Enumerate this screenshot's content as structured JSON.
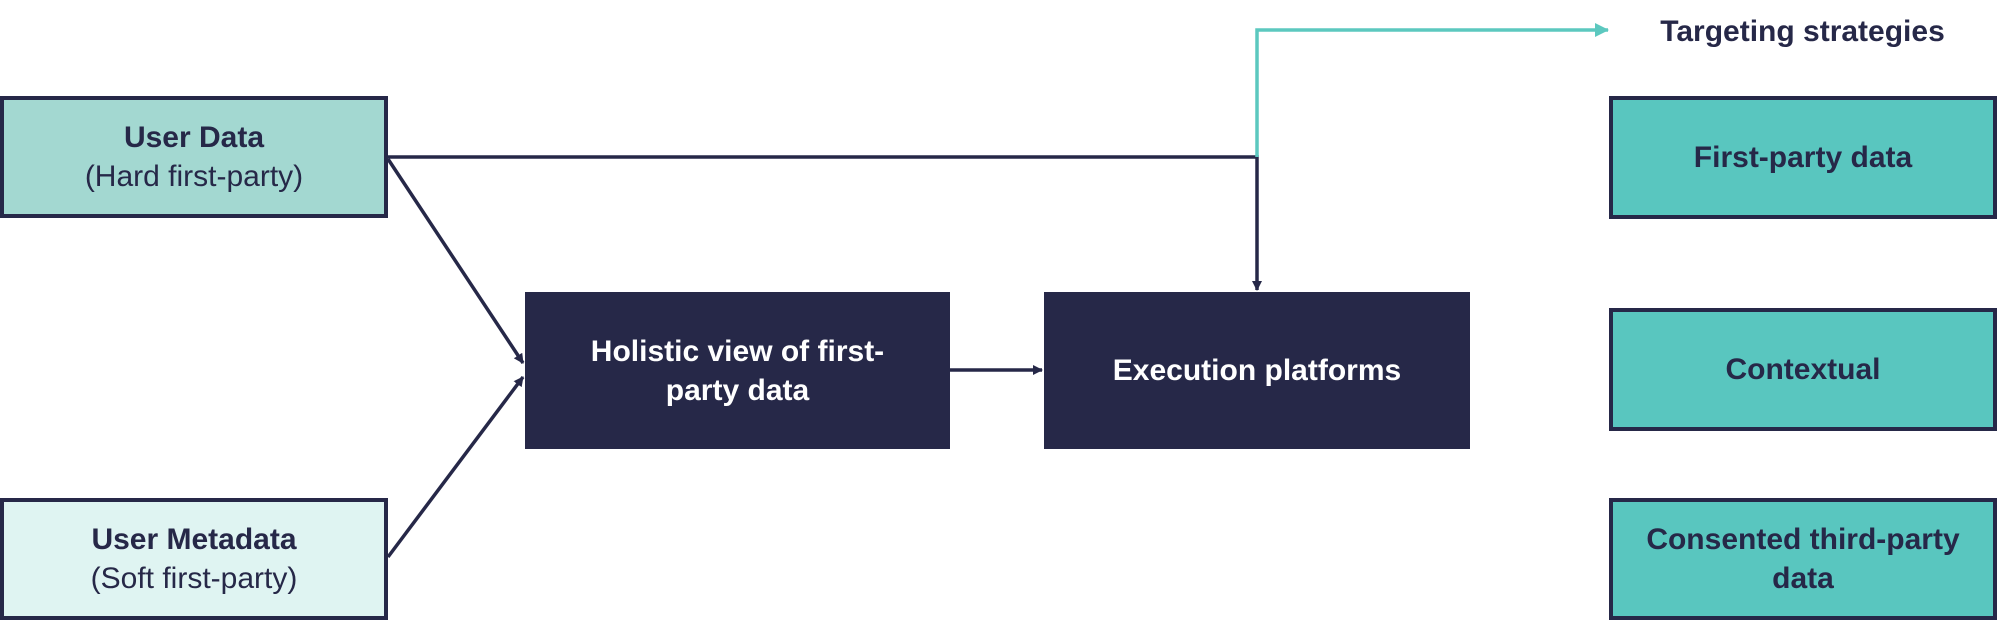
{
  "sources": {
    "user_data": {
      "title": "User Data",
      "sub": "(Hard first-party)"
    },
    "user_metadata": {
      "title": "User Metadata",
      "sub": "(Soft first-party)"
    }
  },
  "process": {
    "holistic": "Holistic view of first-party data",
    "execution": "Execution platforms"
  },
  "strategies": {
    "heading": "Targeting strategies",
    "items": [
      "First-party data",
      "Contextual",
      "Consented third-party data"
    ]
  },
  "colors": {
    "navy": "#262848",
    "teal": "#59c6bf",
    "teal_light": "#a3d8d1",
    "teal_pale": "#dff4f2",
    "teal_line": "#5cc8bf"
  }
}
